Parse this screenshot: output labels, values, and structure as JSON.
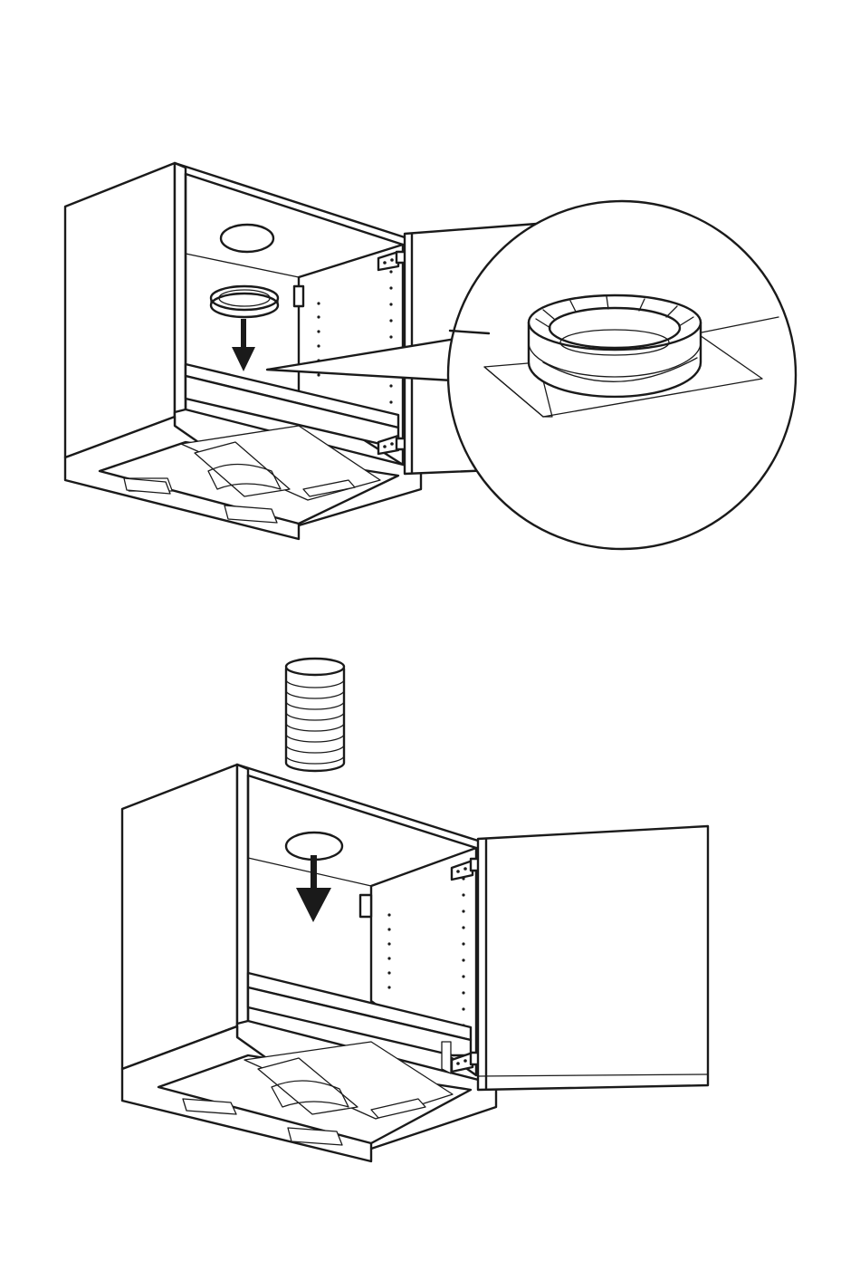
{
  "figure": {
    "step1": {
      "parts": [
        "wall-cabinet",
        "extractor-hood",
        "connector-ring",
        "hinge-top",
        "hinge-bottom",
        "door"
      ],
      "action": "down-arrow",
      "detail": "magnified-connector-ring"
    },
    "step2": {
      "parts": [
        "wall-cabinet",
        "extractor-hood",
        "flexible-duct",
        "hinge-top",
        "hinge-bottom",
        "door"
      ],
      "action": "down-arrow"
    },
    "colors": {
      "line": "#1a1a1a",
      "fill": "#ffffff"
    }
  }
}
